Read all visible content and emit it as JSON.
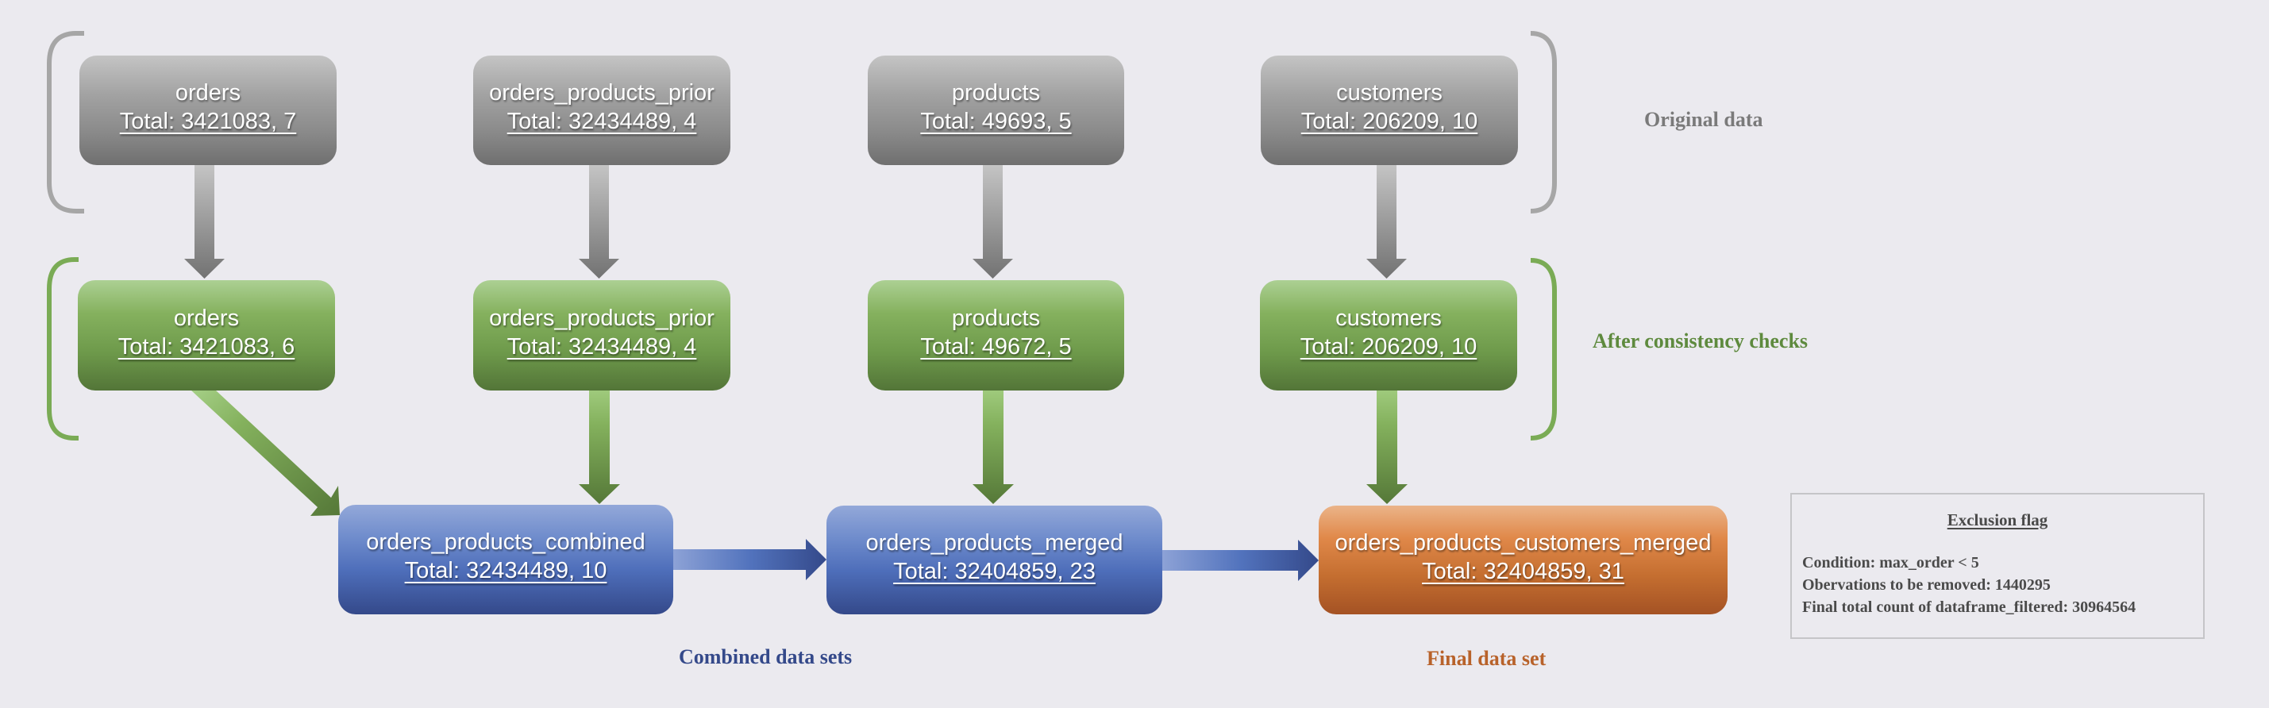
{
  "diagram": {
    "type": "data-pipeline-flow",
    "colors": {
      "original": "#8a8a8a",
      "checked": "#6e9a4b",
      "combined": "#4e6eba",
      "final": "#c46e30",
      "background": "#ebeaef"
    },
    "groups": {
      "original_label": "Original data",
      "checked_label": "After consistency checks",
      "combined_label": "Combined data sets",
      "final_label": "Final data set"
    },
    "original_nodes": [
      {
        "name": "orders",
        "total": "Total: 3421083, 7"
      },
      {
        "name": "orders_products_prior",
        "total": "Total: 32434489, 4"
      },
      {
        "name": "products",
        "total": "Total: 49693, 5"
      },
      {
        "name": "customers",
        "total": "Total: 206209, 10"
      }
    ],
    "checked_nodes": [
      {
        "name": "orders",
        "total": "Total: 3421083, 6"
      },
      {
        "name": "orders_products_prior",
        "total": "Total: 32434489, 4"
      },
      {
        "name": "products",
        "total": "Total: 49672, 5"
      },
      {
        "name": "customers",
        "total": "Total: 206209, 10"
      }
    ],
    "combined_nodes": [
      {
        "name": "orders_products_combined",
        "total": "Total: 32434489, 10"
      },
      {
        "name": "orders_products_merged",
        "total": "Total: 32404859, 23"
      }
    ],
    "final_node": {
      "name": "orders_products_customers_merged",
      "total": "Total: 32404859, 31"
    },
    "edges": [
      {
        "from": "original.orders",
        "to": "checked.orders"
      },
      {
        "from": "original.orders_products_prior",
        "to": "checked.orders_products_prior"
      },
      {
        "from": "original.products",
        "to": "checked.products"
      },
      {
        "from": "original.customers",
        "to": "checked.customers"
      },
      {
        "from": "checked.orders",
        "to": "orders_products_combined"
      },
      {
        "from": "checked.orders_products_prior",
        "to": "orders_products_combined"
      },
      {
        "from": "checked.products",
        "to": "orders_products_merged"
      },
      {
        "from": "orders_products_combined",
        "to": "orders_products_merged"
      },
      {
        "from": "checked.customers",
        "to": "orders_products_customers_merged"
      },
      {
        "from": "orders_products_merged",
        "to": "orders_products_customers_merged"
      }
    ]
  },
  "exclusion_flag": {
    "title": "Exclusion flag",
    "condition": "Condition: max_order < 5",
    "removed": "Obervations to be removed: 1440295",
    "final_count": "Final total count of dataframe_filtered: 30964564"
  }
}
